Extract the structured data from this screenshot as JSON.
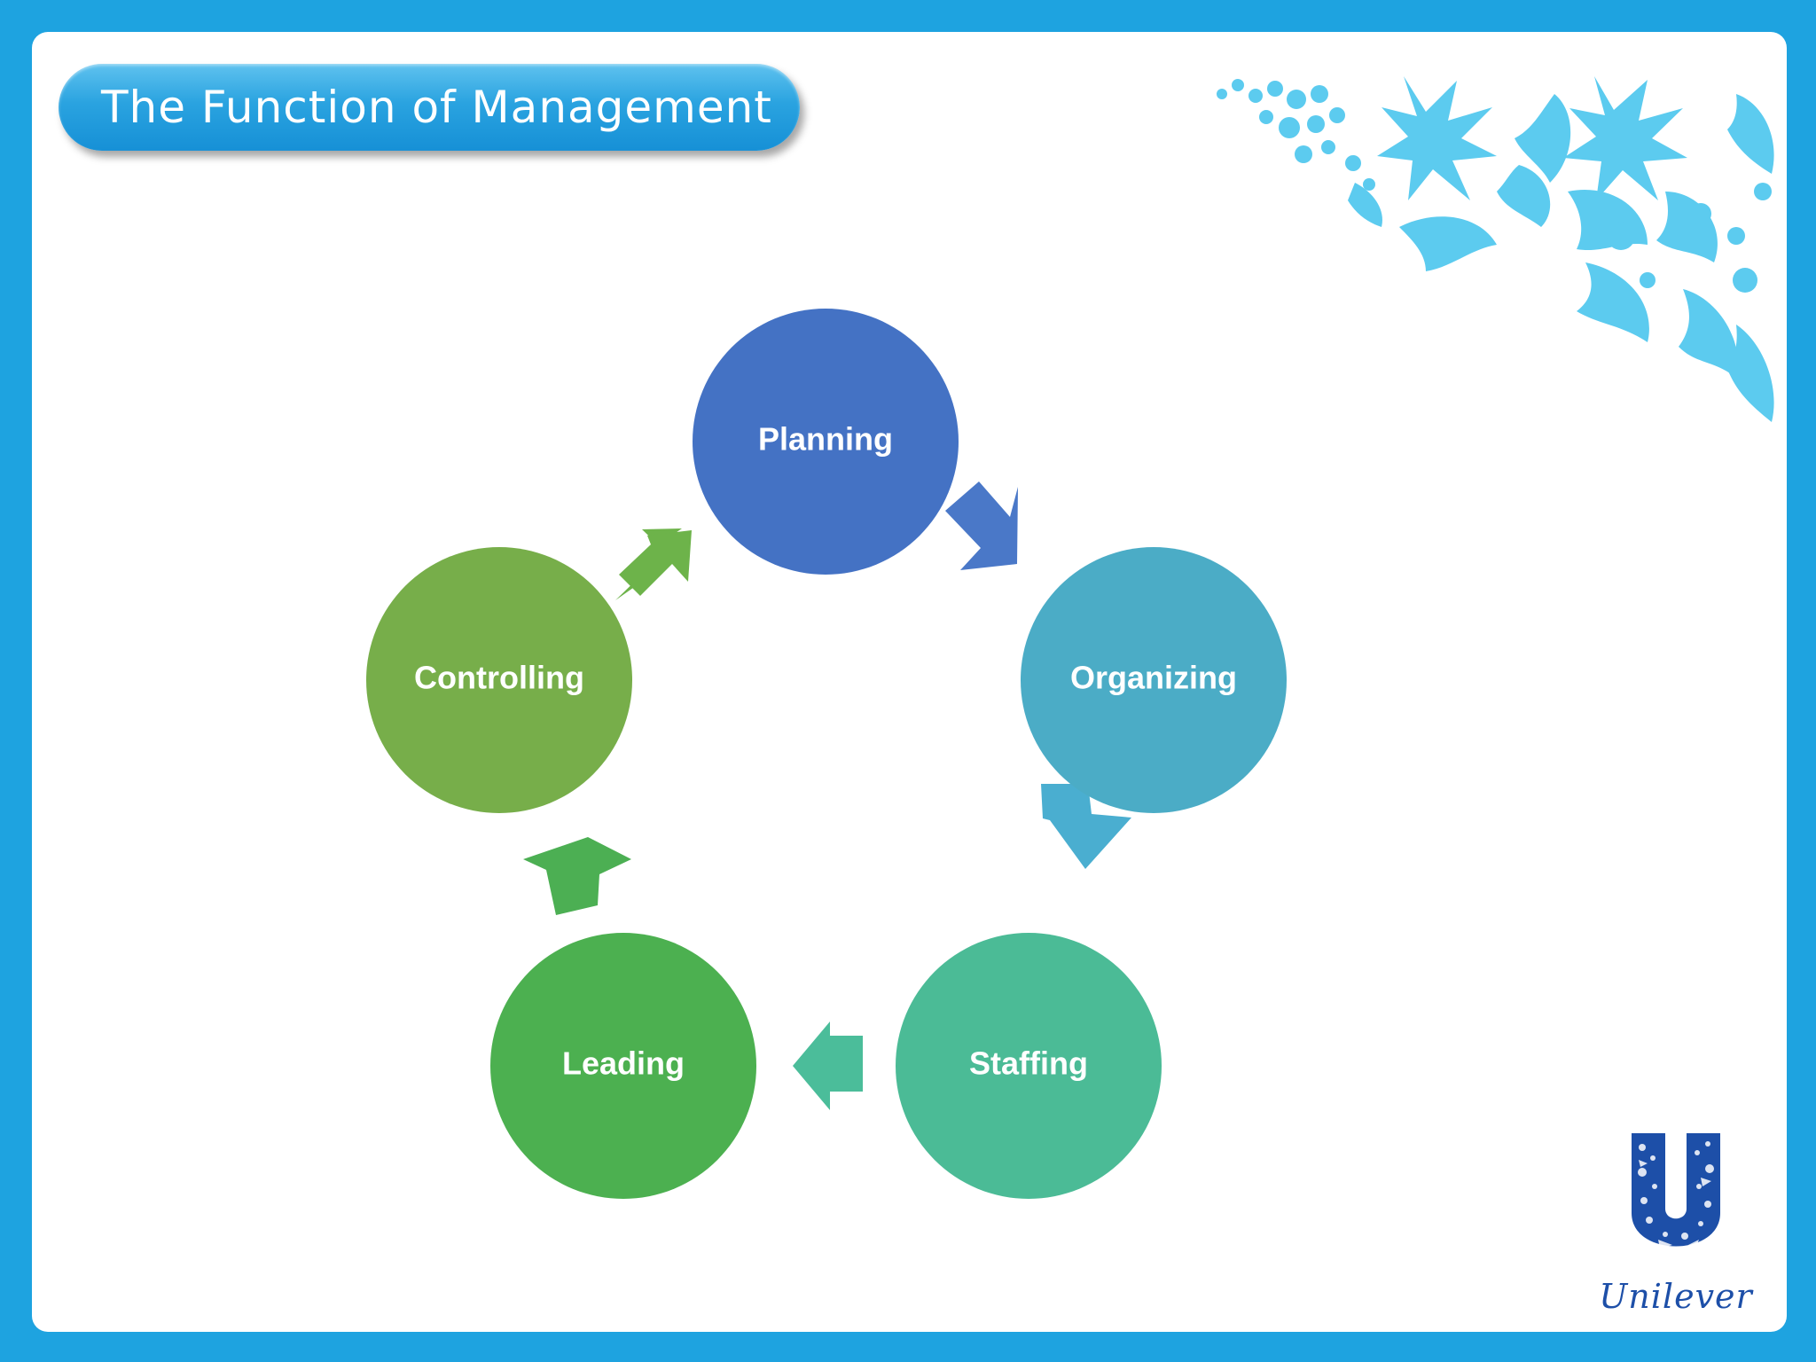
{
  "slide": {
    "title": "The Function of Management"
  },
  "diagram": {
    "type": "cycle",
    "nodes": [
      {
        "id": "planning",
        "label": "Planning",
        "color": "#4472c4"
      },
      {
        "id": "organizing",
        "label": "Organizing",
        "color": "#4bacc6"
      },
      {
        "id": "staffing",
        "label": "Staffing",
        "color": "#4bbb96"
      },
      {
        "id": "leading",
        "label": "Leading",
        "color": "#4cb050"
      },
      {
        "id": "controlling",
        "label": "Controlling",
        "color": "#77ae4a"
      }
    ],
    "arrows": [
      {
        "from": "planning",
        "to": "organizing",
        "color": "#4a78c8"
      },
      {
        "from": "organizing",
        "to": "staffing",
        "color": "#4aaed0"
      },
      {
        "from": "staffing",
        "to": "leading",
        "color": "#4bbd9a"
      },
      {
        "from": "leading",
        "to": "controlling",
        "color": "#4caf53"
      },
      {
        "from": "controlling",
        "to": "planning",
        "color": "#6db34a"
      }
    ]
  },
  "branding": {
    "logo_text": "Unilever",
    "logo_icon": "unilever-u-logo-icon",
    "ornament_icon": "floral-ornament-icon",
    "colors": {
      "frame": "#1ea3e0",
      "ornament": "#5ccbef",
      "logo": "#1d4fa8"
    }
  }
}
